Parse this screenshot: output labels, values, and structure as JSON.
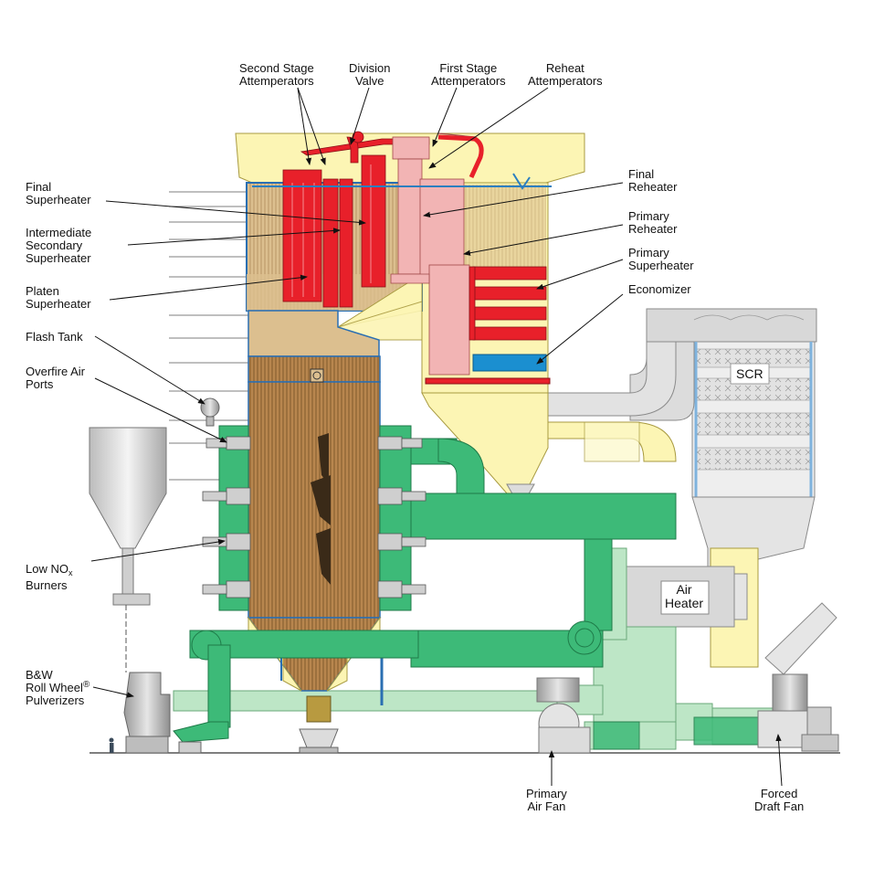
{
  "labels": {
    "second_stage_attemperators": [
      "Second Stage",
      "Attemperators"
    ],
    "division_valve": [
      "Division",
      "Valve"
    ],
    "first_stage_attemperators": [
      "First Stage",
      "Attemperators"
    ],
    "reheat_attemperators": [
      "Reheat",
      "Attemperators"
    ],
    "final_superheater": [
      "Final",
      "Superheater"
    ],
    "intermediate_secondary_superheater": [
      "Intermediate",
      "Secondary",
      "Superheater"
    ],
    "platen_superheater": [
      "Platen",
      "Superheater"
    ],
    "flash_tank": "Flash Tank",
    "overfire_air_ports": [
      "Overfire Air",
      "Ports"
    ],
    "low_nox_burners": {
      "line1_pre": "Low NO",
      "line1_sub": "x",
      "line2": "Burners"
    },
    "pulverizers": {
      "line1": "B&W",
      "line2_pre": "Roll Wheel",
      "line2_sup": "®",
      "line3": "Pulverizers"
    },
    "final_reheater": [
      "Final",
      "Reheater"
    ],
    "primary_reheater": [
      "Primary",
      "Reheater"
    ],
    "primary_superheater": [
      "Primary",
      "Superheater"
    ],
    "economizer": "Economizer",
    "scr": "SCR",
    "air_heater": [
      "Air",
      "Heater"
    ],
    "primary_air_fan": [
      "Primary",
      "Air Fan"
    ],
    "forced_draft_fan": [
      "Forced",
      "Draft Fan"
    ]
  },
  "colors": {
    "superheater_red": "#e8202a",
    "reheater_pink": "#f2b4b4",
    "economizer_blue": "#1b8fd0",
    "burner_green": "#3dba78",
    "air_duct_light_green": "#bde6c6",
    "flue_yellow": "#fcf5b4",
    "furnace_brown": "#b8864e",
    "scr_gray": "#d6d6d6",
    "water_blue": "#2b7fc0"
  },
  "icons": {
    "flash_tank": "sphere-tank-icon",
    "operator": "person-figure-icon"
  }
}
